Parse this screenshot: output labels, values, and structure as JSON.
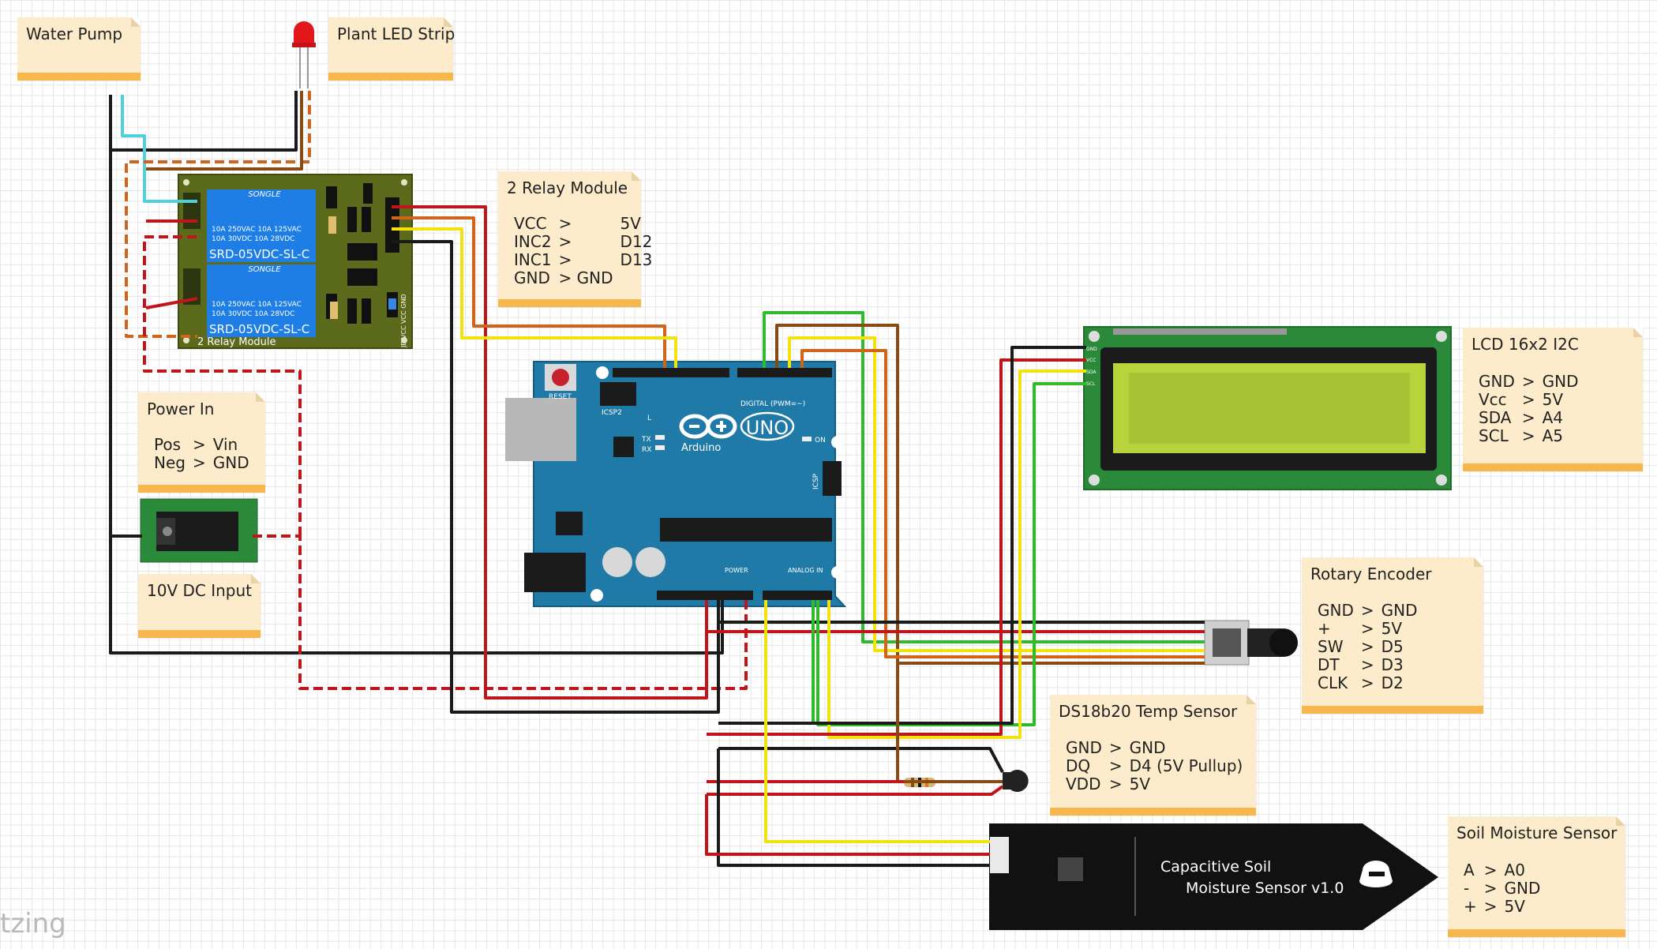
{
  "notes": {
    "water_pump": {
      "title": "Water Pump"
    },
    "plant_led": {
      "title": "Plant LED Strip"
    },
    "relay": {
      "title": "2 Relay Module",
      "rows": [
        [
          "VCC",
          ">",
          "5V"
        ],
        [
          "INC2",
          ">",
          "D12"
        ],
        [
          "INC1",
          ">",
          "D13"
        ],
        [
          "GND",
          "> GND",
          ""
        ]
      ]
    },
    "power_in": {
      "title": "Power In",
      "rows": [
        [
          "Pos",
          ">",
          "Vin"
        ],
        [
          "Neg",
          ">",
          "GND"
        ]
      ]
    },
    "dc_input": {
      "title": "10V DC Input"
    },
    "lcd": {
      "title": "LCD 16x2 I2C",
      "rows": [
        [
          "GND",
          ">",
          "GND"
        ],
        [
          "Vcc",
          ">",
          "5V"
        ],
        [
          "SDA",
          ">",
          "A4"
        ],
        [
          "SCL",
          ">",
          "A5"
        ]
      ]
    },
    "encoder": {
      "title": "Rotary Encoder",
      "rows": [
        [
          "GND",
          ">",
          "GND"
        ],
        [
          "+",
          ">",
          "5V"
        ],
        [
          "SW",
          ">",
          "D5"
        ],
        [
          "DT",
          ">",
          "D3"
        ],
        [
          "CLK",
          ">",
          "D2"
        ]
      ]
    },
    "ds18b20": {
      "title": "DS18b20 Temp Sensor",
      "rows": [
        [
          "GND",
          ">",
          "GND"
        ],
        [
          "DQ",
          ">",
          "D4 (5V Pullup)"
        ],
        [
          "VDD",
          ">",
          "5V"
        ]
      ]
    },
    "soil": {
      "title": "Soil Moisture Sensor",
      "rows": [
        [
          "A",
          ">",
          "A0"
        ],
        [
          "-",
          ">",
          "GND"
        ],
        [
          "+",
          ">",
          "5V"
        ]
      ]
    }
  },
  "components": {
    "relay_board": {
      "brand": "SONGLE",
      "relay_spec_1": "10A 250VAC  10A 125VAC",
      "relay_spec_2": "10A  30VDC  10A  28VDC",
      "model": "SRD-05VDC-SL-C",
      "board_label": "2 Relay Module",
      "pins": "JD-VCC VCC GND"
    },
    "arduino": {
      "logo": "UNO",
      "brand": "Arduino",
      "reset": "RESET",
      "icsp2": "ICSP2",
      "icsp": "ICSP",
      "digital": "DIGITAL (PWM=~)",
      "on": "ON",
      "tx": "TX",
      "rx": "RX",
      "l": "L",
      "power": "POWER",
      "analog": "ANALOG IN"
    },
    "soil_sensor": {
      "line1": "Capacitive Soil",
      "line2": "Moisture Sensor v1.0"
    },
    "lcd_pins": [
      "GND",
      "VCC",
      "SDA",
      "SCL"
    ]
  },
  "watermark": "tzing",
  "colors": {
    "note_bg": "#fdeccb",
    "note_bar": "#f8b74d",
    "arduino": "#1f7aa8",
    "relay_pcb": "#5c6a1c",
    "lcd_screen": "#b8d33c",
    "wire_black": "#1a1a1a",
    "wire_red": "#c0161b",
    "wire_yellow": "#f4e20f",
    "wire_green": "#2fbb2a",
    "wire_orange": "#d0641b",
    "wire_brown": "#8a4a14",
    "wire_cyan": "#4fd1dd"
  }
}
